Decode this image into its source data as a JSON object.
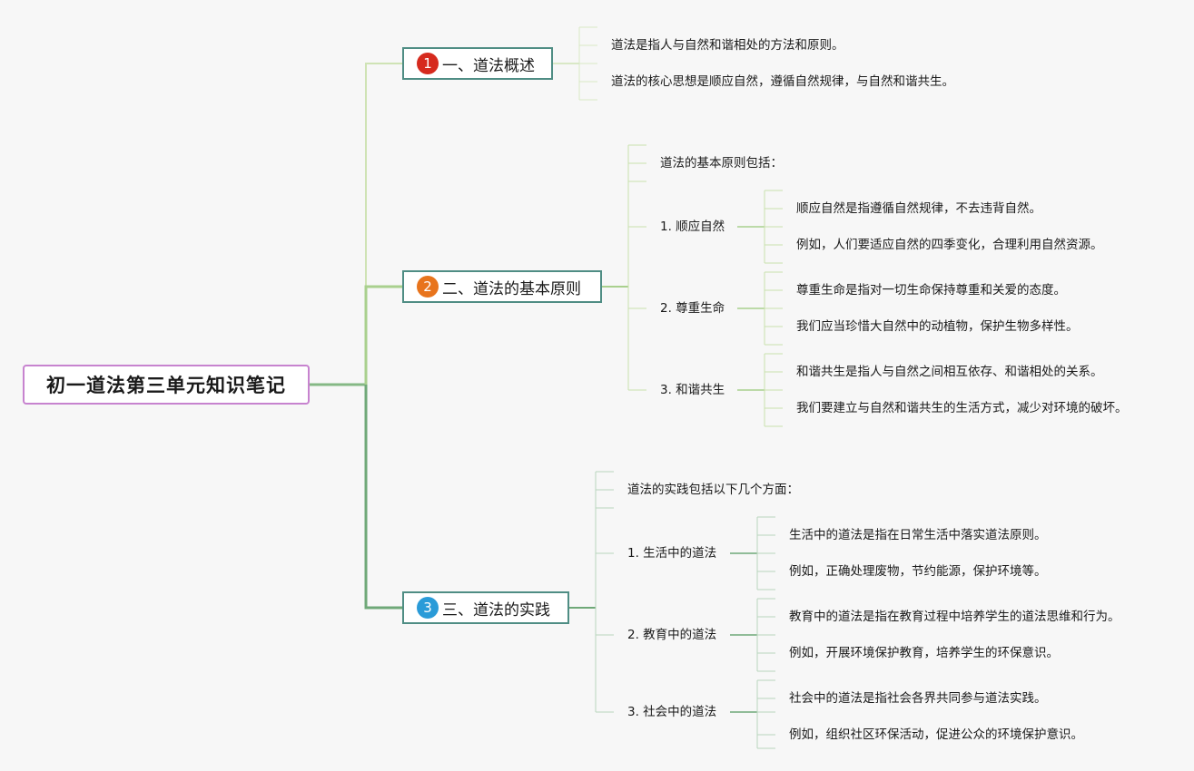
{
  "root": {
    "title": "初一道法第三单元知识笔记"
  },
  "branches": [
    {
      "number": "1",
      "title": "一、道法概述",
      "badge_color": "#d62a1e",
      "notes": [
        "道法是指人与自然和谐相处的方法和原则。",
        "道法的核心思想是顺应自然，遵循自然规律，与自然和谐共生。"
      ]
    },
    {
      "number": "2",
      "title": "二、道法的基本原则",
      "badge_color": "#e8741c",
      "intro": "道法的基本原则包括：",
      "items": [
        {
          "label": "1. 顺应自然",
          "notes": [
            "顺应自然是指遵循自然规律，不去违背自然。",
            "例如，人们要适应自然的四季变化，合理利用自然资源。"
          ]
        },
        {
          "label": "2. 尊重生命",
          "notes": [
            "尊重生命是指对一切生命保持尊重和关爱的态度。",
            "我们应当珍惜大自然中的动植物，保护生物多样性。"
          ]
        },
        {
          "label": "3. 和谐共生",
          "notes": [
            "和谐共生是指人与自然之间相互依存、和谐相处的关系。",
            "我们要建立与自然和谐共生的生活方式，减少对环境的破坏。"
          ]
        }
      ]
    },
    {
      "number": "3",
      "title": "三、道法的实践",
      "badge_color": "#2a9bd8",
      "intro": "道法的实践包括以下几个方面：",
      "items": [
        {
          "label": "1. 生活中的道法",
          "notes": [
            "生活中的道法是指在日常生活中落实道法原则。",
            "例如，正确处理废物，节约能源，保护环境等。"
          ]
        },
        {
          "label": "2. 教育中的道法",
          "notes": [
            "教育中的道法是指在教育过程中培养学生的道法思维和行为。",
            "例如，开展环境保护教育，培养学生的环保意识。"
          ]
        },
        {
          "label": "3. 社会中的道法",
          "notes": [
            "社会中的道法是指社会各界共同参与道法实践。",
            "例如，组织社区环保活动，促进公众的环境保护意识。"
          ]
        }
      ]
    }
  ]
}
